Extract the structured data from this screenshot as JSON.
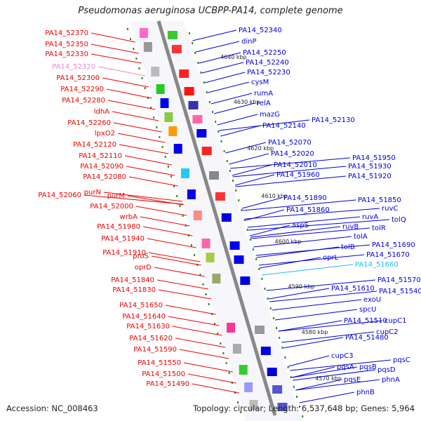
{
  "title": "Pseudomonas aeruginosa UCBPP-PA14, complete genome",
  "footer": {
    "accession": "Accession: NC_008463",
    "summary": "Topology: circular; Length: 6,537,648 bp; Genes: 5,964"
  },
  "colors": {
    "left_label": "#ee0000",
    "right_label": "#0000dd",
    "highlight_left": "#ee88cc",
    "highlight_right": "#22bbee",
    "backbone": "#888888",
    "tick": "#228822"
  },
  "kbp_ticks": [
    "4640 kbp",
    "4630 kbp",
    "4620 kbp",
    "4610 kbp",
    "4600 kbp",
    "4590 kbp",
    "4580 kbp",
    "4570 kbp"
  ],
  "left_labels": [
    "PA14_52370",
    "PA14_52350",
    "PA14_52330",
    "PA14_52320",
    "PA14_52300",
    "PA14_52290",
    "PA14_52280",
    "ldhA",
    "PA14_52260",
    "lpxO2",
    "PA14_52120",
    "PA14_52110",
    "PA14_52090",
    "PA14_52080",
    "PA14_52060",
    "purN",
    "purM",
    "PA14_52000",
    "wrbA",
    "PA14_51980",
    "PA14_51940",
    "PA14_51910",
    "proS",
    "oprD",
    "PA14_51840",
    "PA14_51830",
    "PA14_51650",
    "PA14_51640",
    "PA14_51630",
    "PA14_51620",
    "PA14_51590",
    "PA14_51550",
    "PA14_51500",
    "PA14_51490"
  ],
  "right_labels": [
    "PA14_52340",
    "dinP",
    "PA14_52250",
    "PA14_52240",
    "PA14_52230",
    "cysM",
    "rumA",
    "relA",
    "mazG",
    "PA14_52140",
    "PA14_52130",
    "PA14_52070",
    "PA14_52020",
    "PA14_52010",
    "PA14_51950",
    "PA14_51960",
    "PA14_51930",
    "PA14_51920",
    "PA14_51890",
    "PA14_51850",
    "PA14_51860",
    "ruvC",
    "aspS",
    "ruvA",
    "tolQ",
    "ruvB",
    "tolR",
    "tolA",
    "tolB",
    "PA14_51690",
    "PA14_51670",
    "oprL",
    "PA14_51660",
    "PA14_51610",
    "PA14_51570",
    "PA14_51540",
    "exoU",
    "spcU",
    "PA14_51510",
    "cupC1",
    "cupC2",
    "PA14_51480",
    "cupC3",
    "pqsC",
    "pqsA",
    "pqsB",
    "pqsD",
    "pqsE",
    "phnA",
    "phnB"
  ]
}
